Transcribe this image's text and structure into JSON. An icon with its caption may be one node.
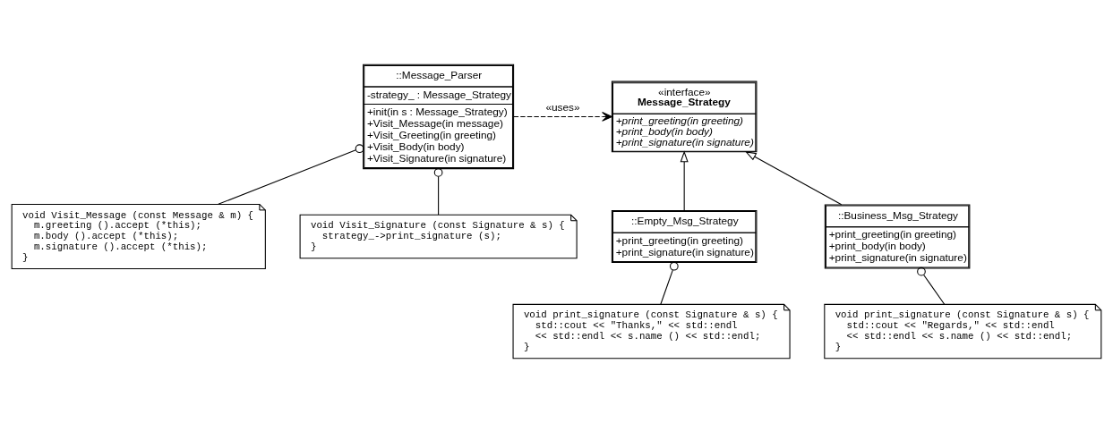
{
  "diagram": {
    "nodes": [
      {
        "text": [
          "::Message_Parser",
          "-strategy_ : Message_Strategy",
          "+init(in s : Message_Strategy)",
          "+Visit_Message(in message)",
          "+Visit_Greeting(in greeting)",
          "+Visit_Body(in body)",
          "+Visit_Signature(in signature)"
        ]
      },
      {
        "text": [
          "«interface»",
          "Message_Strategy",
          "+print_greeting(in greeting)",
          "+print_body(in body)",
          "+print_signature(in signature)"
        ]
      },
      {
        "text": [
          "void Visit_Message (const Message & m) {",
          "m.greeting ().accept (*this);",
          "m.body ().accept (*this);",
          "m.signature ().accept (*this);",
          "}"
        ]
      },
      {
        "text": [
          "void Visit_Signature (const Signature & s) {",
          "strategy_->print_signature (s);",
          "}"
        ]
      },
      {
        "text": [
          "::Empty_Msg_Strategy",
          "+print_greeting(in greeting)",
          "+print_signature(in signature)"
        ]
      },
      {
        "text": [
          "::Business_Msg_Strategy",
          "+print_greeting(in greeting)",
          "+print_body(in body)",
          "+print_signature(in signature)"
        ]
      },
      {
        "text": [
          "void print_signature (const Signature & s) {",
          "std::cout << \"Thanks,\" << std::endl",
          "<< std::endl << s.name () << std::endl;",
          "}"
        ]
      },
      {
        "text": [
          "void print_signature (const Signature & s) {",
          "std::cout << \"Regards,\" << std::endl",
          "<< std::endl << s.name () << std::endl;",
          "}"
        ]
      }
    ],
    "edges": [
      {
        "from": 0,
        "to": 1,
        "arrow": "to",
        "style": "dashed",
        "label": "«uses»"
      },
      {
        "from": 4,
        "to": 1,
        "arrow": "to"
      },
      {
        "from": 5,
        "to": 1,
        "arrow": "to"
      },
      {
        "from": 2,
        "to": 0,
        "arrow": "other"
      },
      {
        "from": 3,
        "to": 0,
        "arrow": "other"
      },
      {
        "from": 6,
        "to": 4,
        "arrow": "other"
      },
      {
        "from": 7,
        "to": 5,
        "arrow": "other"
      }
    ]
  }
}
